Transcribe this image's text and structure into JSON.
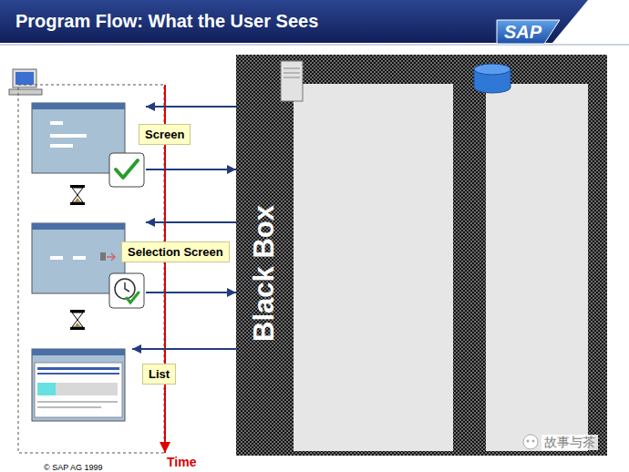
{
  "diagram": {
    "title": "Program Flow: What the User Sees",
    "nodes": [
      {
        "text": [
          "Screen"
        ]
      },
      {
        "text": [
          "Selection Screen"
        ]
      },
      {
        "text": [
          "List"
        ]
      },
      {
        "text": [
          "Black Box"
        ]
      }
    ],
    "edges": [
      {
        "from": 3,
        "to": 0,
        "arrow": "to"
      },
      {
        "from": 0,
        "to": 3,
        "arrow": "to"
      },
      {
        "from": 3,
        "to": 1,
        "arrow": "to"
      },
      {
        "from": 1,
        "to": 3,
        "arrow": "to"
      },
      {
        "from": 3,
        "to": 2,
        "arrow": "to"
      }
    ],
    "labels": [
      "Time",
      "© SAP AG 1999",
      "SAP",
      "故事与茶"
    ]
  }
}
